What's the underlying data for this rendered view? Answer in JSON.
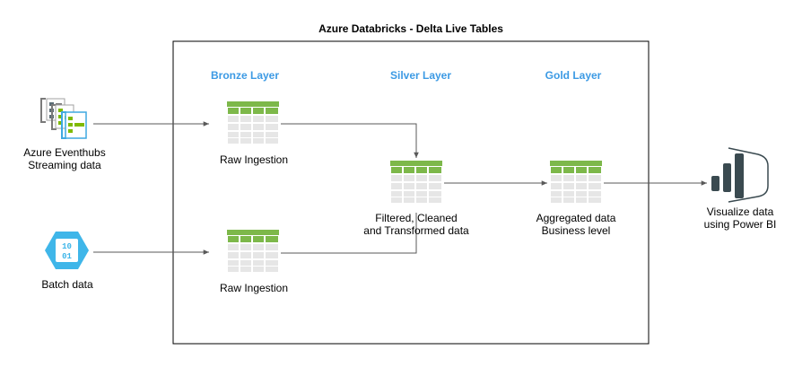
{
  "diagram": {
    "title": "Azure Databricks - Delta Live Tables",
    "layers": {
      "bronze": "Bronze Layer",
      "silver": "Silver Layer",
      "gold": "Gold Layer"
    },
    "sources": {
      "eventhubs": {
        "line1": "Azure Eventhubs",
        "line2": "Streaming data"
      },
      "batch": {
        "label": "Batch data",
        "icon_text": "10\n01"
      }
    },
    "nodes": {
      "raw_ingestion_top": "Raw Ingestion",
      "raw_ingestion_bottom": "Raw Ingestion",
      "silver_table": {
        "line1": "Filtered, Cleaned",
        "line2": "and Transformed data"
      },
      "gold_table": {
        "line1": "Aggregated data",
        "line2": "Business level"
      }
    },
    "output": {
      "line1": "Visualize data",
      "line2": "using Power BI"
    },
    "colors": {
      "layer_heading": "#3C9AE4",
      "table_header": "#7DB84A",
      "table_body": "#E6E6E6",
      "arrow": "#595959",
      "batch_hex": "#3FB6E9",
      "powerbi": "#3A4A50"
    },
    "icons": {
      "eventhubs": "azure-eventhubs-icon",
      "batch": "batch-data-icon",
      "table": "table-icon",
      "powerbi": "power-bi-icon"
    }
  }
}
